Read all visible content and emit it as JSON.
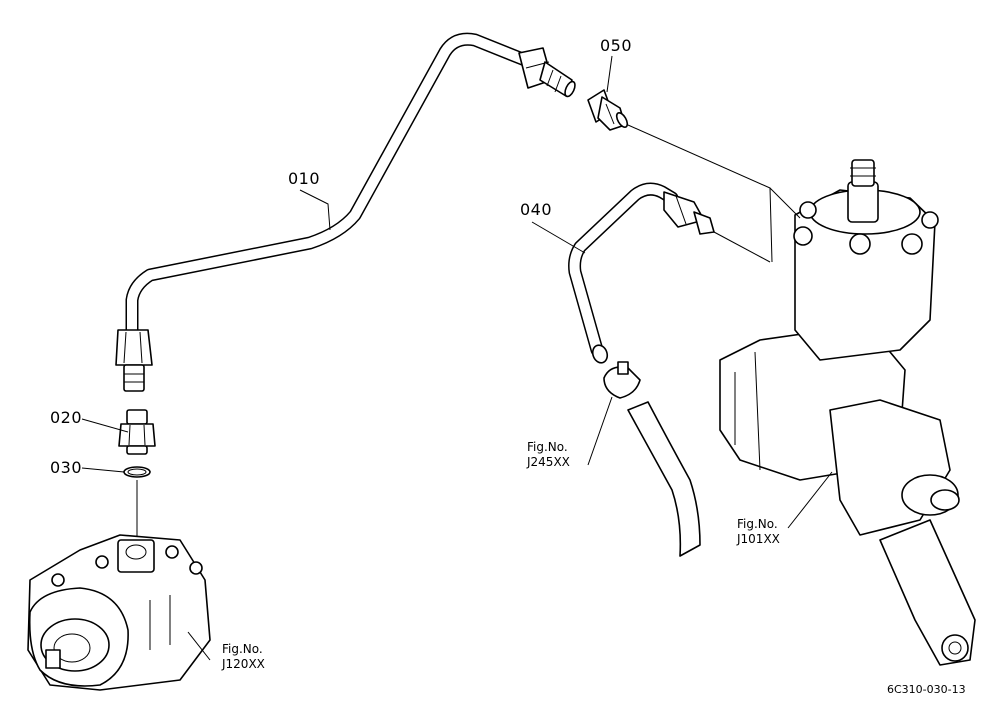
{
  "parts": [
    {
      "id": "p010",
      "label": "010"
    },
    {
      "id": "p020",
      "label": "020"
    },
    {
      "id": "p030",
      "label": "030"
    },
    {
      "id": "p040",
      "label": "040"
    },
    {
      "id": "p050",
      "label": "050"
    }
  ],
  "figrefs": [
    {
      "id": "f245",
      "line1": "Fig.No.",
      "line2": "J245XX"
    },
    {
      "id": "f101",
      "line1": "Fig.No.",
      "line2": "J101XX"
    },
    {
      "id": "f120",
      "line1": "Fig.No.",
      "line2": "J120XX"
    }
  ],
  "drawing_code": "6C310-030-13"
}
